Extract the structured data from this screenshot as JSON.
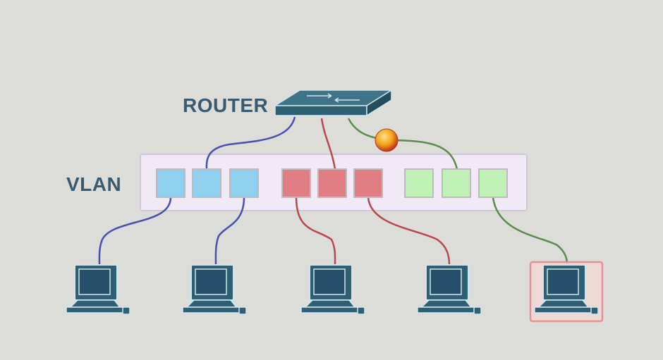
{
  "labels": {
    "router": "ROUTER",
    "vlan": "VLAN"
  },
  "colors": {
    "background": "#dcdcd8",
    "device": "#2e5f73",
    "device_edge": "#cfe6ee",
    "vlan_panel": "#f1e9f5",
    "vlan_panel_border": "#cfc6d6",
    "vlan_blue_port": "#8fd0ee",
    "vlan_red_port": "#e07e84",
    "vlan_green_port": "#bff0b6",
    "blue_link": "#4a4fb0",
    "red_link": "#b8474e",
    "green_link": "#5d8a4e",
    "packet": "#f2a51c",
    "highlight_border": "#e58b8e"
  },
  "icons": {
    "router": "router-icon",
    "computer": "computer-icon",
    "packet": "packet-ball-icon"
  },
  "vlan_ports": [
    {
      "group": "blue"
    },
    {
      "group": "blue"
    },
    {
      "group": "blue"
    },
    {
      "group": "red"
    },
    {
      "group": "red"
    },
    {
      "group": "red"
    },
    {
      "group": "green"
    },
    {
      "group": "green"
    },
    {
      "group": "green"
    }
  ],
  "computers": [
    {
      "vlan": "blue",
      "highlighted": false
    },
    {
      "vlan": "blue",
      "highlighted": false
    },
    {
      "vlan": "red",
      "highlighted": false
    },
    {
      "vlan": "red",
      "highlighted": false
    },
    {
      "vlan": "green",
      "highlighted": true
    }
  ]
}
